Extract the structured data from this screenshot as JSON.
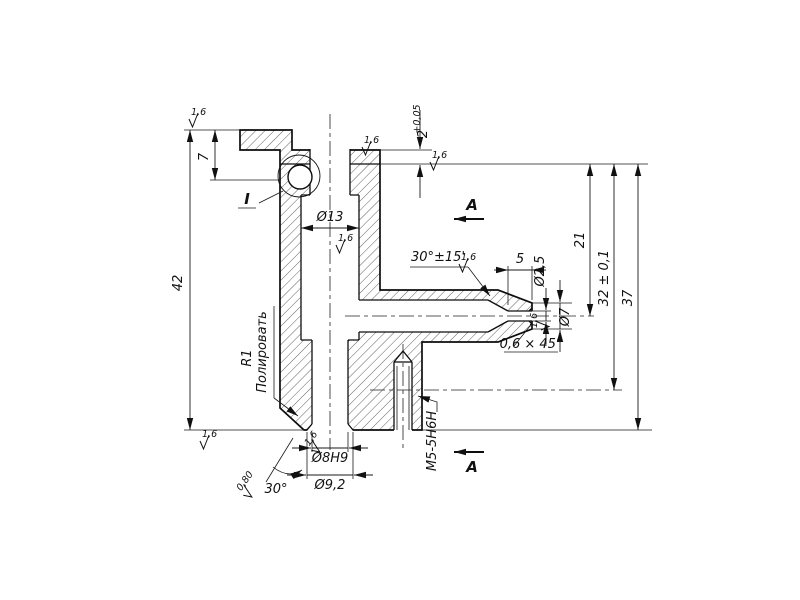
{
  "drawing": {
    "detail_callout": "I",
    "section_marks": {
      "top": "А",
      "bottom": "А"
    },
    "dimensions": {
      "total_height": "42",
      "flange_height": "7",
      "step_value": "2",
      "step_tolerance": "+0,05",
      "bore_diameter_top": "Ø13",
      "cone_angle": "30°±15'",
      "tip_length": "5",
      "tip_bore_diameter": "Ø2,5",
      "tip_outer_diameter": "Ø7",
      "height_21": "21",
      "height_32": "32 ± 0,1",
      "height_37": "37",
      "tip_chamfer": "0,6 × 45°",
      "bore_bottom_fit": "Ø8Н9",
      "bore_bottom_chamfer_dia": "Ø9,2",
      "bottom_chamfer_angle": "30°",
      "thread_spec": "М5-5Н6Н",
      "fillet_radius": "R1"
    },
    "notes": {
      "polish": "Полировать"
    },
    "roughness": {
      "value_16": "1,6",
      "value_08": "0,80"
    }
  }
}
